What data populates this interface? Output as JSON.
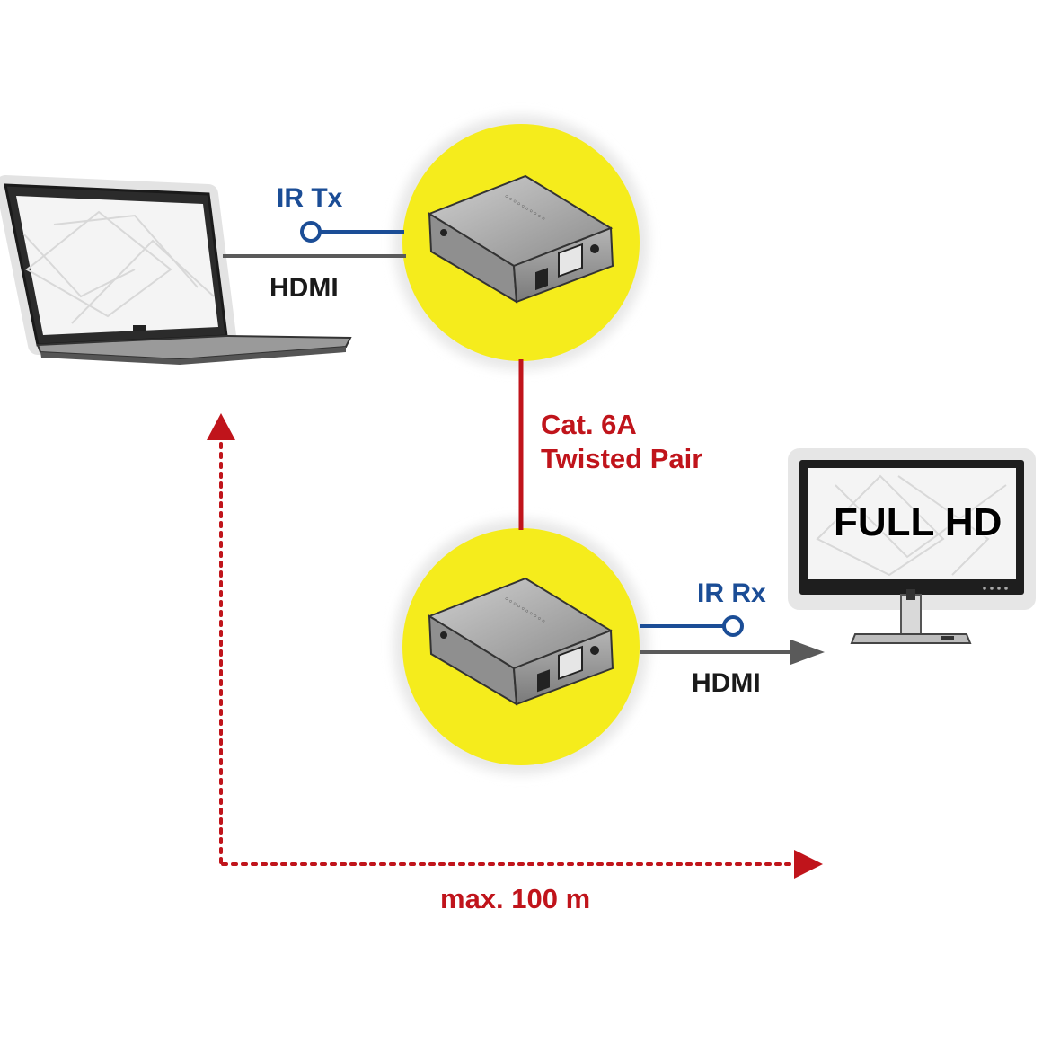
{
  "labels": {
    "ir_tx": "IR Tx",
    "hdmi_in": "HDMI",
    "cable_line1": "Cat. 6A",
    "cable_line2": "Twisted Pair",
    "ir_rx": "IR Rx",
    "hdmi_out": "HDMI",
    "monitor_screen": "FULL HD",
    "distance": "max. 100 m"
  },
  "colors": {
    "highlight_circle": "#f5ec1c",
    "ir_line": "#1b4d96",
    "hdmi_line": "#5a5a5a",
    "cable_line": "#c0141b",
    "distance_arrow": "#c0141b"
  },
  "icons": {
    "source": "laptop-icon",
    "transmitter": "hdmi-extender-icon",
    "receiver": "hdmi-extender-icon",
    "display": "monitor-icon"
  }
}
